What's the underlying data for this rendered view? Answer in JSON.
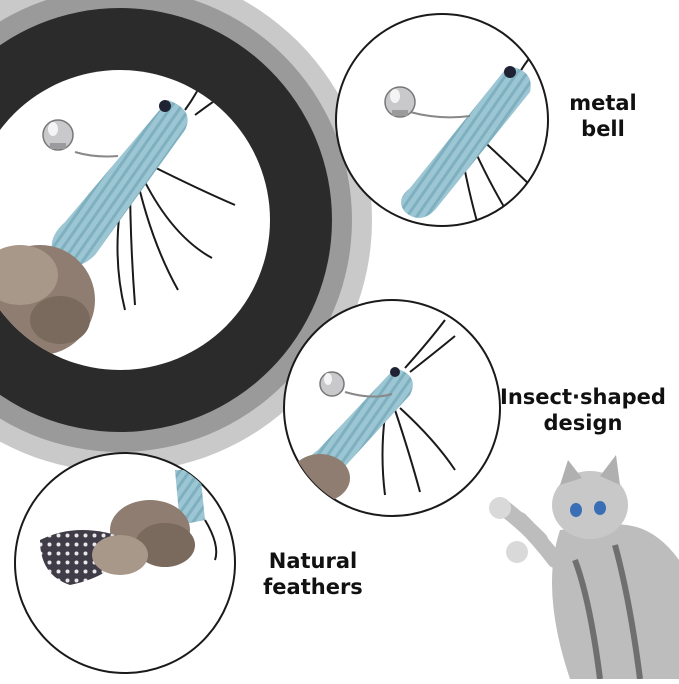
{
  "labels": {
    "bell": {
      "line1": "metal",
      "line2": "bell"
    },
    "insect": {
      "line1": "Insect·shaped",
      "line2": "design"
    },
    "feathers": {
      "line1": "Natural",
      "line2": "feathers"
    }
  },
  "colors": {
    "ring_dark": "#2b2b2b",
    "ring_mid": "#7a7a7a",
    "ring_light": "#b5b5b5",
    "toy_blue": "#9cc6d3",
    "feather_brown": "#8e7d70",
    "feather_spotted": "#3f3c48"
  }
}
